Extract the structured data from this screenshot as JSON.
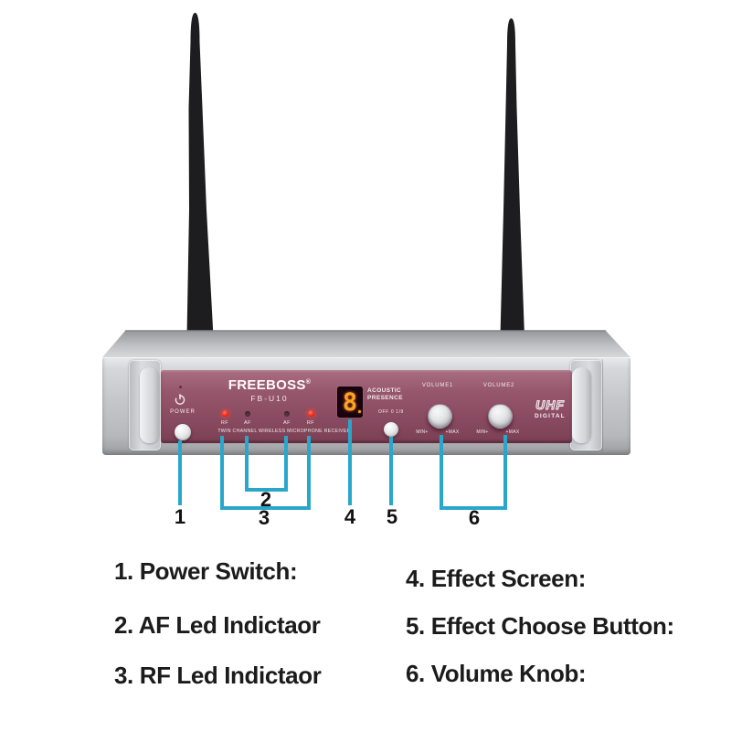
{
  "device": {
    "brand": "FREEBOSS",
    "reg_mark": "®",
    "model": "FB-U10",
    "power_label": "POWER",
    "led_labels": [
      "RF",
      "AF",
      "AF",
      "RF"
    ],
    "tagline": "TWIN CHANNEL WIRELESS MICROPHONE RECEIVER",
    "display": {
      "digit": "8",
      "label_line1": "ACOUSTIC",
      "label_line2": "PRESENCE",
      "effect_options": "OFF 0 1/9"
    },
    "volume1_label": "VOLUME1",
    "volume2_label": "VOLUME2",
    "min_label": "MIN+",
    "max_label": "+MAX",
    "uhf_logo": "UHF",
    "digital_label": "DIGITAL"
  },
  "callouts": {
    "numbers": [
      "1",
      "2",
      "3",
      "4",
      "5",
      "6"
    ]
  },
  "legend": {
    "items": [
      {
        "text": "1. Power Switch:"
      },
      {
        "text": "2. AF Led Indictaor"
      },
      {
        "text": "3. RF Led Indictaor"
      },
      {
        "text": "4. Effect Screen:"
      },
      {
        "text": "5. Effect Choose Button:"
      },
      {
        "text": "6. Volume Knob:"
      }
    ]
  },
  "colors": {
    "callout_accent": "#29a7cb",
    "panel_maroon": "#8b4c62",
    "led_red": "#f3261a",
    "display_digit_orange": "#ffa126",
    "chassis_silver": "#c6c7cb"
  }
}
